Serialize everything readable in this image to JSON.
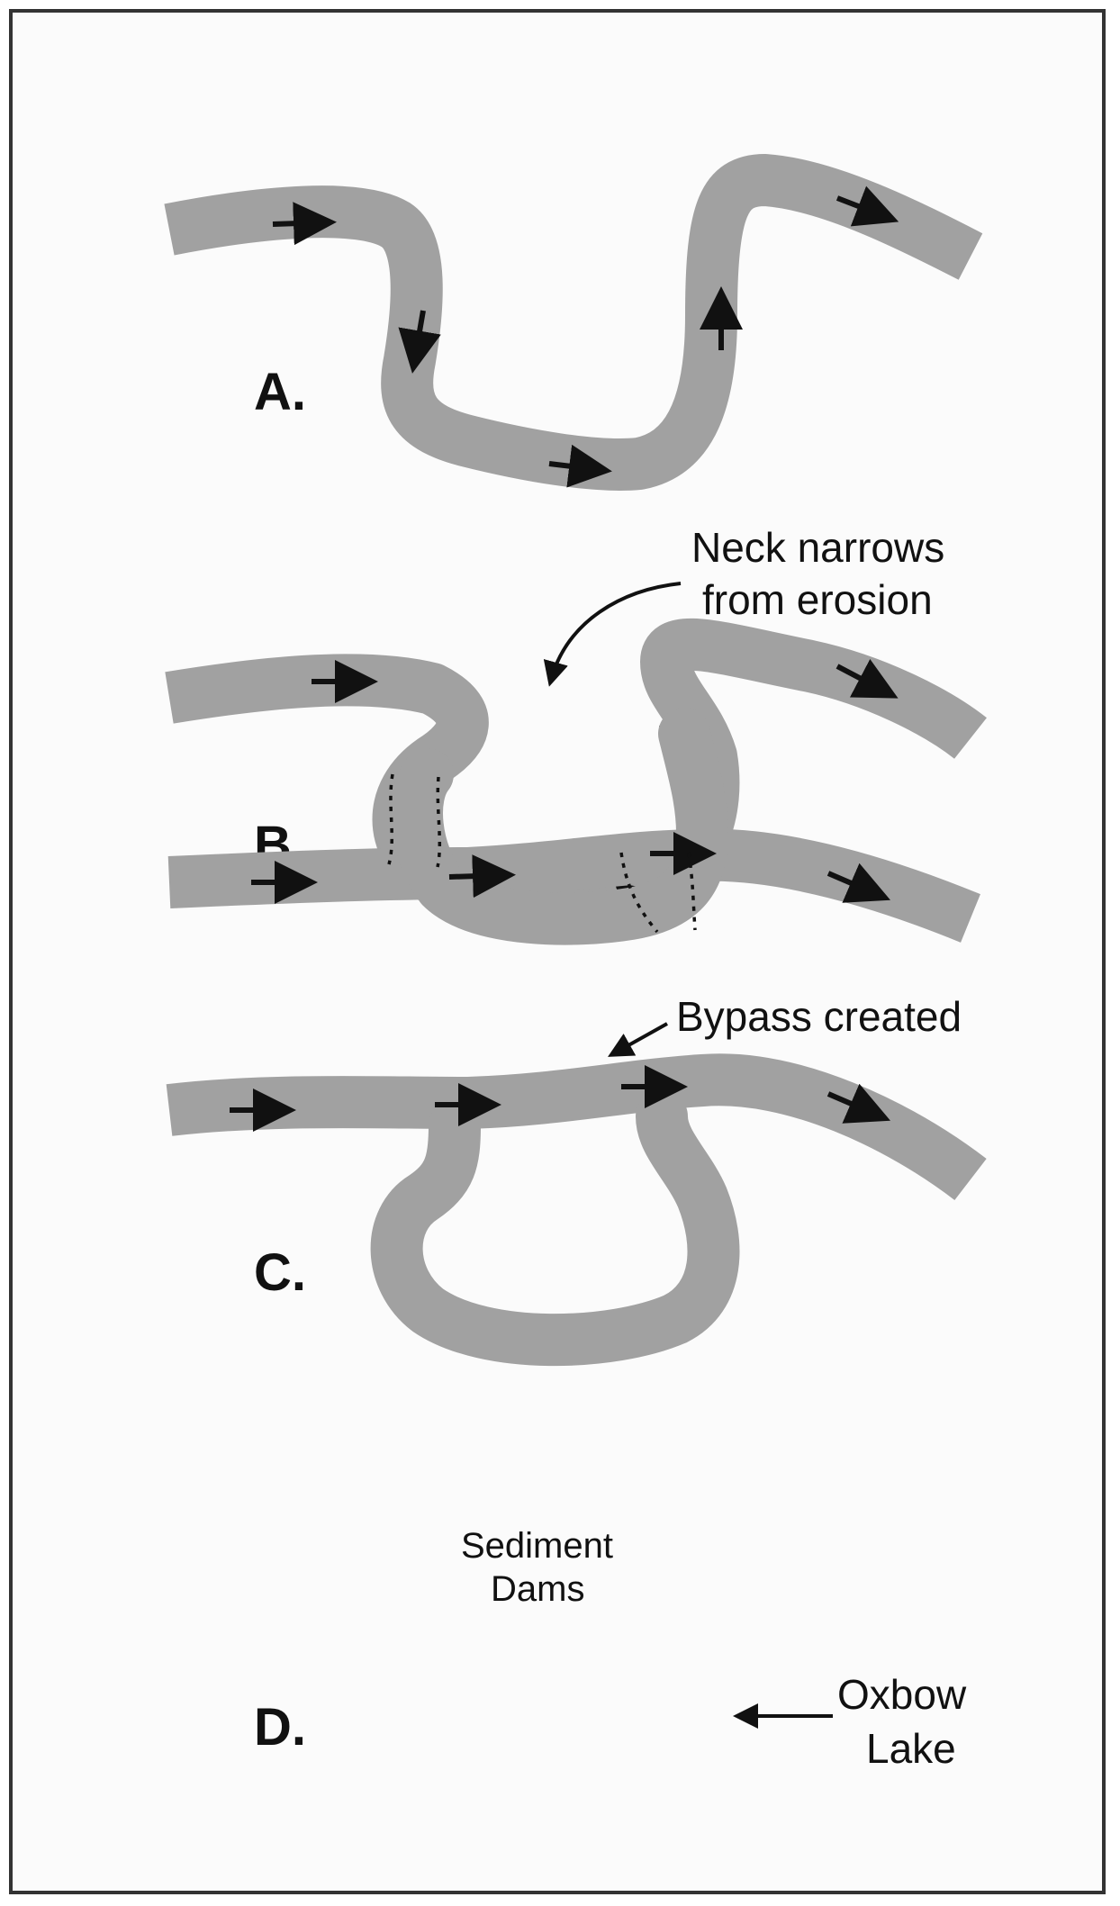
{
  "panels": [
    {
      "letter": "A."
    },
    {
      "letter": "B.",
      "annotation_line1": "Neck narrows",
      "annotation_line2": "from erosion"
    },
    {
      "letter": "C.",
      "annotation": "Bypass created"
    },
    {
      "letter": "D.",
      "annotation_dams_line1": "Sediment",
      "annotation_dams_line2": "Dams",
      "annotation_lake_line1": "Oxbow",
      "annotation_lake_line2": "Lake"
    }
  ],
  "colors": {
    "river": "#a1a1a1",
    "ink": "#111111",
    "border": "#333333",
    "background": "#fbfbfb"
  }
}
